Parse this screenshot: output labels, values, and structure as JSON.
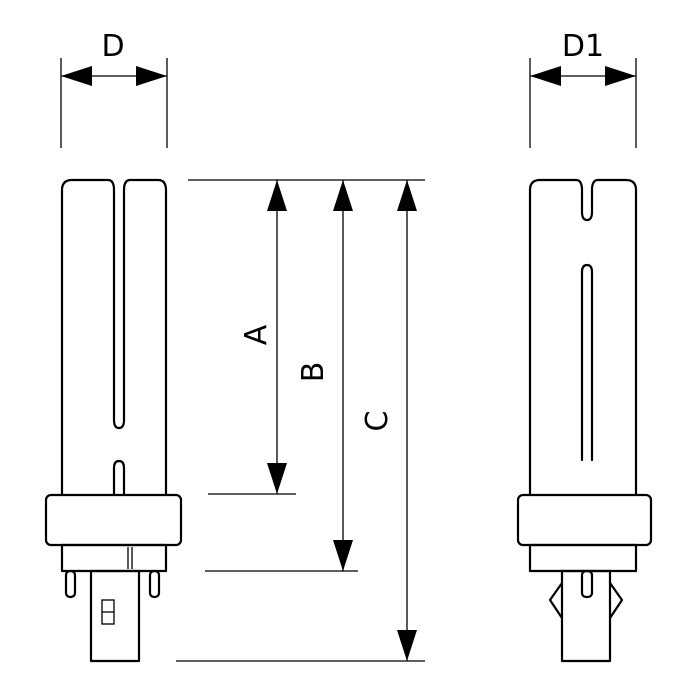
{
  "diagram": {
    "labels": {
      "width_front": "D",
      "width_side": "D1",
      "length_a": "A",
      "length_b": "B",
      "length_c": "C"
    },
    "colors": {
      "stroke": "#000000",
      "background": "#ffffff"
    }
  }
}
